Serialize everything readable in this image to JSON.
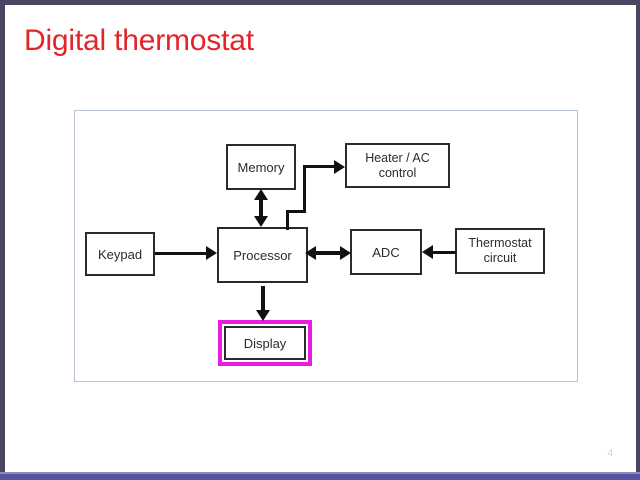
{
  "slide": {
    "title": "Digital thermostat",
    "title_color": "#e3242b",
    "page_number": "4",
    "frame_border_color": "#b7c2d4",
    "chrome_top_color": "#4a4560",
    "chrome_bottom_color": "#5a53a0"
  },
  "diagram": {
    "highlight_color": "#e81ce0",
    "box_border_color": "#2b2b2b",
    "line_color": "#111111",
    "nodes": [
      {
        "id": "memory",
        "label": "Memory"
      },
      {
        "id": "heater",
        "label": "Heater / AC\ncontrol",
        "line1": "Heater / AC",
        "line2": "control"
      },
      {
        "id": "keypad",
        "label": "Keypad"
      },
      {
        "id": "processor",
        "label": "Processor"
      },
      {
        "id": "adc",
        "label": "ADC"
      },
      {
        "id": "thermostat",
        "label": "Thermostat\ncircuit",
        "line1": "Thermostat",
        "line2": "circuit"
      },
      {
        "id": "display",
        "label": "Display",
        "highlighted": true
      }
    ],
    "edges": [
      {
        "from": "keypad",
        "to": "processor",
        "direction": "one-way"
      },
      {
        "from": "processor",
        "to": "memory",
        "direction": "two-way"
      },
      {
        "from": "processor",
        "to": "heater",
        "direction": "one-way"
      },
      {
        "from": "processor",
        "to": "adc",
        "direction": "two-way"
      },
      {
        "from": "thermostat",
        "to": "adc",
        "direction": "one-way"
      },
      {
        "from": "processor",
        "to": "display",
        "direction": "one-way"
      }
    ]
  }
}
